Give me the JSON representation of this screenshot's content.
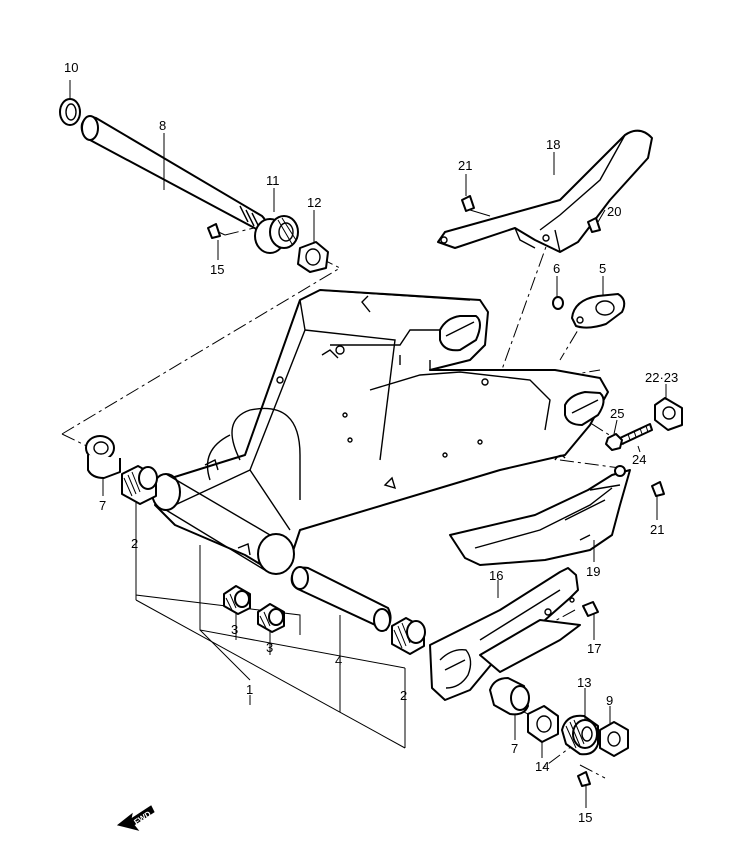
{
  "callouts": [
    {
      "id": "c10a",
      "text": "10"
    },
    {
      "id": "c8",
      "text": "8"
    },
    {
      "id": "c11",
      "text": "11"
    },
    {
      "id": "c12",
      "text": "12"
    },
    {
      "id": "c15a",
      "text": "15"
    },
    {
      "id": "c21a",
      "text": "21"
    },
    {
      "id": "c18",
      "text": "18"
    },
    {
      "id": "c20",
      "text": "20"
    },
    {
      "id": "c6",
      "text": "6"
    },
    {
      "id": "c5",
      "text": "5"
    },
    {
      "id": "c2223",
      "text": "22·23"
    },
    {
      "id": "c25",
      "text": "25"
    },
    {
      "id": "c24",
      "text": "24"
    },
    {
      "id": "c21b",
      "text": "21"
    },
    {
      "id": "c19",
      "text": "19"
    },
    {
      "id": "c7a",
      "text": "7"
    },
    {
      "id": "c2a",
      "text": "2"
    },
    {
      "id": "c3a",
      "text": "3"
    },
    {
      "id": "c3b",
      "text": "3"
    },
    {
      "id": "c4",
      "text": "4"
    },
    {
      "id": "c1",
      "text": "1"
    },
    {
      "id": "c2b",
      "text": "2"
    },
    {
      "id": "c16",
      "text": "16"
    },
    {
      "id": "c17",
      "text": "17"
    },
    {
      "id": "c13",
      "text": "13"
    },
    {
      "id": "c9",
      "text": "9"
    },
    {
      "id": "c7b",
      "text": "7"
    },
    {
      "id": "c14",
      "text": "14"
    },
    {
      "id": "c15b",
      "text": "15"
    }
  ],
  "fwd_label": "FWD"
}
